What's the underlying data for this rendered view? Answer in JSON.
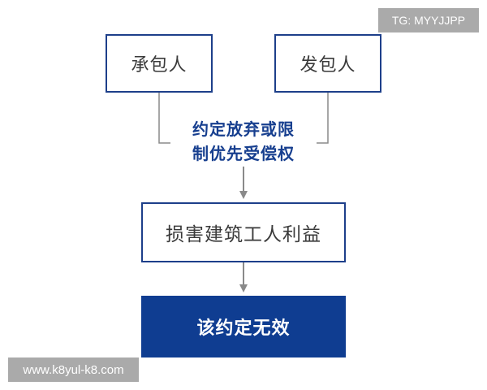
{
  "diagram": {
    "party_contractor": "承包人",
    "party_employer": "发包人",
    "connector_label_line1": "约定放弃或限",
    "connector_label_line2": "制优先受偿权",
    "condition": "损害建筑工人利益",
    "result": "该约定无效"
  },
  "watermarks": {
    "tg": "TG: MYYJJPP",
    "site": "www.k8yul-k8.com"
  },
  "colors": {
    "primary": "#0f3d91",
    "label_text": "#173f8f",
    "connector": "#8a8a8a",
    "watermark_bg": "#a6a6a6"
  }
}
